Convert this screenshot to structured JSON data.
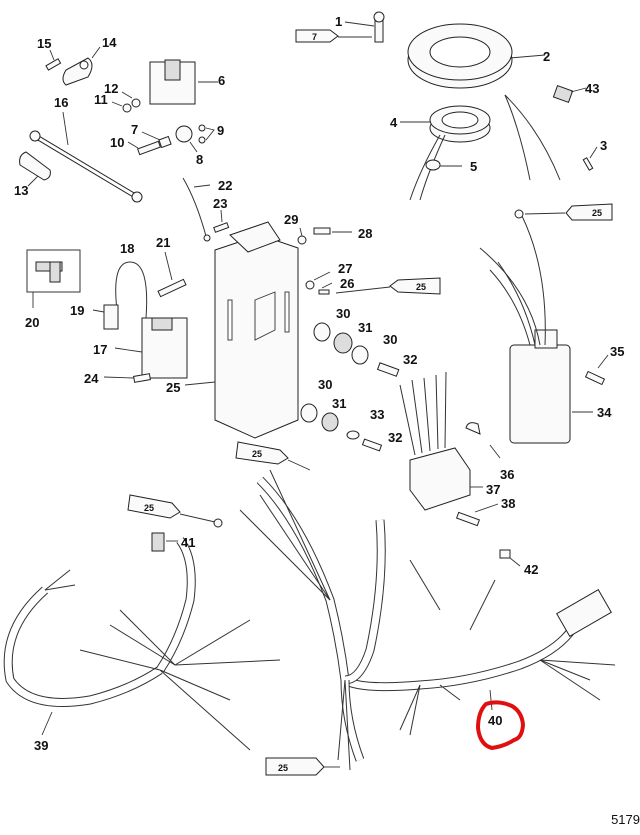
{
  "diagram": {
    "title": "Exploded parts diagram - ignition / electrical components",
    "reference_number": "5179",
    "highlighted_part": "40",
    "highlight_color": "#e01010",
    "callouts": [
      {
        "id": "c1",
        "label": "1"
      },
      {
        "id": "c2",
        "label": "2"
      },
      {
        "id": "c3",
        "label": "3"
      },
      {
        "id": "c4",
        "label": "4"
      },
      {
        "id": "c5",
        "label": "5"
      },
      {
        "id": "c6",
        "label": "6"
      },
      {
        "id": "c7a",
        "label": "7"
      },
      {
        "id": "c8",
        "label": "8"
      },
      {
        "id": "c9",
        "label": "9"
      },
      {
        "id": "c10",
        "label": "10"
      },
      {
        "id": "c11",
        "label": "11"
      },
      {
        "id": "c12",
        "label": "12"
      },
      {
        "id": "c13",
        "label": "13"
      },
      {
        "id": "c14",
        "label": "14"
      },
      {
        "id": "c15",
        "label": "15"
      },
      {
        "id": "c16",
        "label": "16"
      },
      {
        "id": "c17",
        "label": "17"
      },
      {
        "id": "c18",
        "label": "18"
      },
      {
        "id": "c19",
        "label": "19"
      },
      {
        "id": "c20",
        "label": "20"
      },
      {
        "id": "c21",
        "label": "21"
      },
      {
        "id": "c22",
        "label": "22"
      },
      {
        "id": "c23",
        "label": "23"
      },
      {
        "id": "c24",
        "label": "24"
      },
      {
        "id": "c25",
        "label": "25"
      },
      {
        "id": "c26",
        "label": "26"
      },
      {
        "id": "c27",
        "label": "27"
      },
      {
        "id": "c28",
        "label": "28"
      },
      {
        "id": "c29",
        "label": "29"
      },
      {
        "id": "c30a",
        "label": "30"
      },
      {
        "id": "c30b",
        "label": "30"
      },
      {
        "id": "c30c",
        "label": "30"
      },
      {
        "id": "c31a",
        "label": "31"
      },
      {
        "id": "c31b",
        "label": "31"
      },
      {
        "id": "c32a",
        "label": "32"
      },
      {
        "id": "c32b",
        "label": "32"
      },
      {
        "id": "c33",
        "label": "33"
      },
      {
        "id": "c34",
        "label": "34"
      },
      {
        "id": "c35",
        "label": "35"
      },
      {
        "id": "c36",
        "label": "36"
      },
      {
        "id": "c37",
        "label": "37"
      },
      {
        "id": "c38",
        "label": "38"
      },
      {
        "id": "c39",
        "label": "39"
      },
      {
        "id": "c40",
        "label": "40"
      },
      {
        "id": "c41",
        "label": "41"
      },
      {
        "id": "c42",
        "label": "42"
      },
      {
        "id": "c43",
        "label": "43"
      }
    ],
    "tubes": [
      {
        "id": "t7",
        "label": "7"
      },
      {
        "id": "t25a",
        "label": "25"
      },
      {
        "id": "t25b",
        "label": "25"
      },
      {
        "id": "t25c",
        "label": "25"
      },
      {
        "id": "t25d",
        "label": "25"
      },
      {
        "id": "t25e",
        "label": "25"
      }
    ]
  }
}
